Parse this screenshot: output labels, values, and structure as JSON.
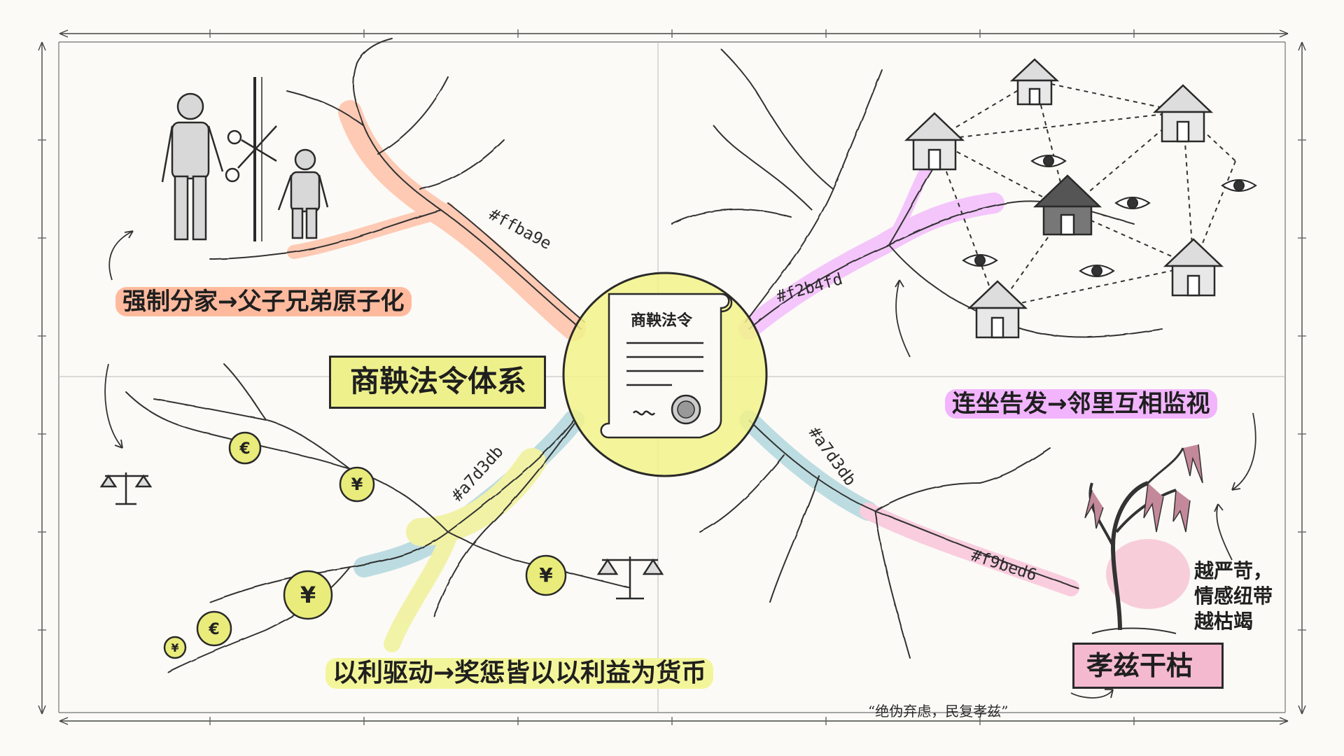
{
  "center": {
    "title": "商鞅法令体系",
    "scroll_title": "商鞅法令"
  },
  "branches": {
    "top_left": {
      "label": "强制分家→父子兄弟原子化",
      "color": "#ffba9e",
      "color_label": "#ffba9e"
    },
    "top_right": {
      "label": "连坐告发→邻里互相监视",
      "color": "#f2b4fd",
      "color_label": "#f2b4fd"
    },
    "bottom_left": {
      "label": "以利驱动→奖惩皆以以利益为货币",
      "color": "#a7d3db",
      "color_label": "#a7d3db"
    },
    "bottom_right": {
      "color": "#a7d3db",
      "color_label": "#a7d3db"
    },
    "filial": {
      "label": "孝兹干枯",
      "color": "#f9bed6",
      "color_label": "#f9bed6"
    }
  },
  "side_note": {
    "line1": "越严苛，",
    "line2": "情感纽带",
    "line3": "越枯竭"
  },
  "quote": "“绝伪弃虑，民复孝兹”",
  "highlight_colors": {
    "yellow": "#eef08c",
    "bottom_label_highlight": "#f3f59a"
  },
  "icons": [
    "family-split-icon",
    "scissors-icon",
    "house-icon",
    "eye-icon",
    "coin-euro-icon",
    "coin-yen-icon",
    "scales-icon",
    "withered-tree-icon",
    "scroll-icon",
    "seal-icon"
  ]
}
